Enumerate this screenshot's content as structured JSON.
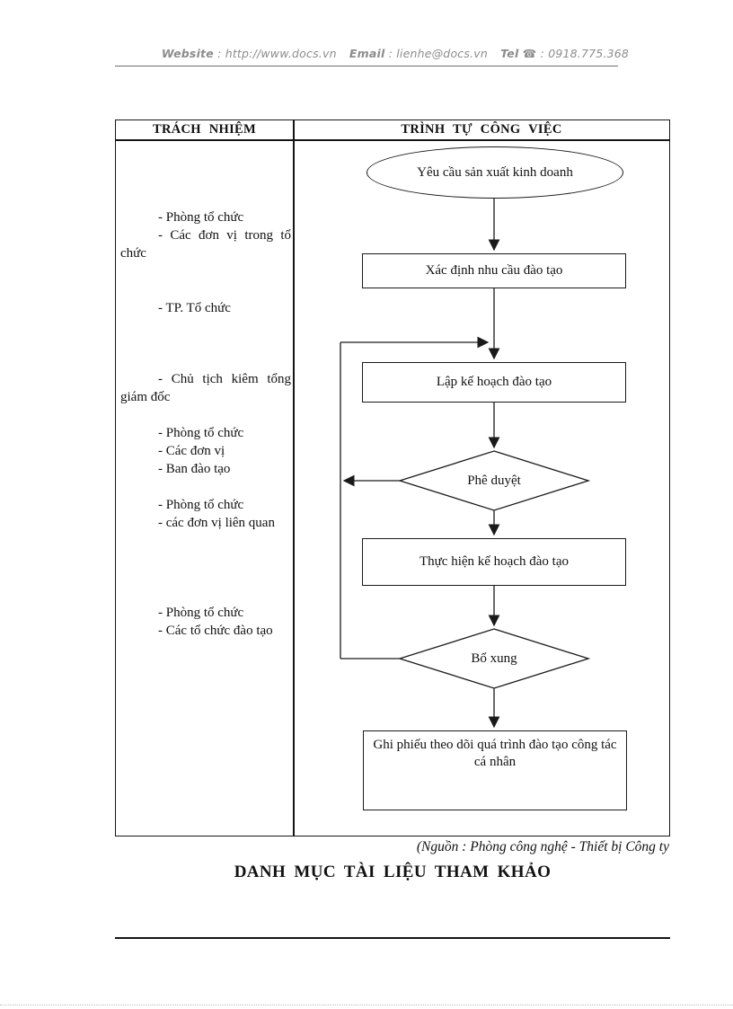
{
  "page_header": {
    "website_label": "Website",
    "website_value": ": http://www.docs.vn",
    "email_label": "Email",
    "email_value": ": lienhe@docs.vn",
    "tel_label": "Tel",
    "phone_icon": "☎",
    "tel_value": ": 0918.775.368"
  },
  "table": {
    "responsibility_header": "TRÁCH NHIỆM",
    "sequence_header": "TRÌNH TỰ CÔNG VIỆC"
  },
  "responsibilities": [
    {
      "items": [
        "- Phòng tổ chức",
        "- Các đơn vị trong tổ chức"
      ]
    },
    {
      "items": [
        "- TP. Tổ chức"
      ]
    },
    {
      "items": [
        "- Chủ tịch kiêm tổng giám đốc"
      ]
    },
    {
      "items": [
        "- Phòng tổ chức",
        "- Các đơn vị",
        "- Ban đào tạo"
      ]
    },
    {
      "items": [
        "- Phòng tổ chức",
        "- các đơn vị liên quan"
      ]
    },
    {
      "items": [
        "- Phòng tổ chức",
        "- Các tổ chức đào tạo"
      ]
    }
  ],
  "flowchart": {
    "start": "Yêu cầu sản xuất kinh doanh",
    "step_identify": "Xác định nhu cầu đào tạo",
    "step_plan": "Lập kế hoạch đào tạo",
    "decision_approve": "Phê duyệt",
    "step_implement": "Thực hiện kế hoạch đào tạo",
    "decision_supplement": "Bổ xung",
    "step_record": "Ghi phiếu theo dõi quá trình  đào tạo công tác cá nhân"
  },
  "footer": {
    "source_note": "(Nguồn : Phòng công nghệ - Thiết bị Công ty",
    "section_title": "DANH MỤC TÀI LIỆU THAM KHẢO"
  },
  "colors": {
    "header_text": "#8c8c8c",
    "ink": "#1a1a1a"
  }
}
